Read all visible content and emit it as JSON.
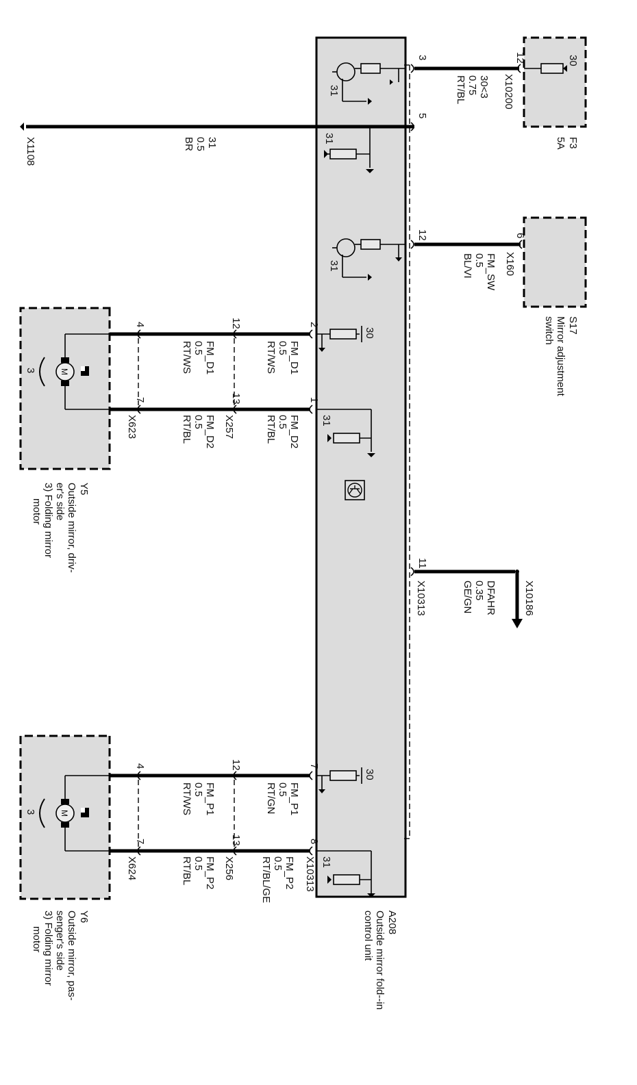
{
  "diagram": {
    "type": "wiring-diagram",
    "orientation": "rotated-90-clockwise",
    "colors": {
      "module_fill": "#dcdcdc",
      "line": "#000000",
      "background": "#ffffff"
    }
  },
  "control_unit": {
    "id": "A208",
    "description_line1": "Outside mirror fold--in",
    "description_line2": "control unit",
    "symbol_icon": "transistor-module-icon"
  },
  "fuse": {
    "id": "F3",
    "rating": "5A",
    "terminal": "30"
  },
  "switch": {
    "id": "S17",
    "description_line1": "Mirror adjustment",
    "description_line2": "switch"
  },
  "motor_driver": {
    "id": "Y5",
    "description_lines": [
      "Outside mirror, driv-",
      "er's side",
      "3) Folding mirror",
      "motor"
    ],
    "motor_label": "M",
    "motion_label": "3"
  },
  "motor_passenger": {
    "id": "Y6",
    "description_lines": [
      "Outside mirror, pas-",
      "senger's side",
      "3) Folding mirror",
      "motor"
    ],
    "motor_label": "M",
    "motion_label": "3"
  },
  "internal_labels": {
    "ground": "31",
    "supply": "30"
  },
  "wires": [
    {
      "name": "power",
      "signal": "30<3",
      "gauge": "0.75",
      "color": "RT/BL",
      "module_pin": "3",
      "far_pin": "12",
      "connector": "X10200"
    },
    {
      "name": "ground",
      "signal": "31",
      "gauge": "0.5",
      "color": "BR",
      "module_pin": "5",
      "connector": "X1108"
    },
    {
      "name": "switch",
      "signal": "FM_SW",
      "gauge": "0.5",
      "color": "BL/VI",
      "module_pin": "12",
      "far_pin": "6",
      "connector": "X160"
    },
    {
      "name": "wake",
      "signal": "DFAHR",
      "gauge": "0.35",
      "color": "GE/GN",
      "module_pin": "11",
      "connector": "X10313",
      "target": "X10186"
    }
  ],
  "driver_harness": {
    "module_pins": [
      "2",
      "1"
    ],
    "mid_pins": [
      "12",
      "13"
    ],
    "motor_pins": [
      "4",
      "7"
    ],
    "mid_connector": "X257",
    "motor_connector": "X623",
    "seg1": [
      {
        "signal": "FM_D1",
        "gauge": "0.5",
        "color": "RT/WS"
      },
      {
        "signal": "FM_D2",
        "gauge": "0.5",
        "color": "RT/BL"
      }
    ],
    "seg2": [
      {
        "signal": "FM_D1",
        "gauge": "0.5",
        "color": "RT/WS"
      },
      {
        "signal": "FM_D2",
        "gauge": "0.5",
        "color": "RT/BL"
      }
    ]
  },
  "passenger_harness": {
    "module_pins": [
      "7",
      "8"
    ],
    "mid_pins": [
      "12",
      "13"
    ],
    "motor_pins": [
      "4",
      "7"
    ],
    "module_connector": "X10313",
    "mid_connector": "X256",
    "motor_connector": "X624",
    "seg1": [
      {
        "signal": "FM_P1",
        "gauge": "0.5",
        "color": "RT/GN"
      },
      {
        "signal": "FM_P2",
        "gauge": "0.5",
        "color": "RT/BL/GE"
      }
    ],
    "seg2": [
      {
        "signal": "FM_P1",
        "gauge": "0.5",
        "color": "RT/WS"
      },
      {
        "signal": "FM_P2",
        "gauge": "0.5",
        "color": "RT/BL"
      }
    ]
  }
}
